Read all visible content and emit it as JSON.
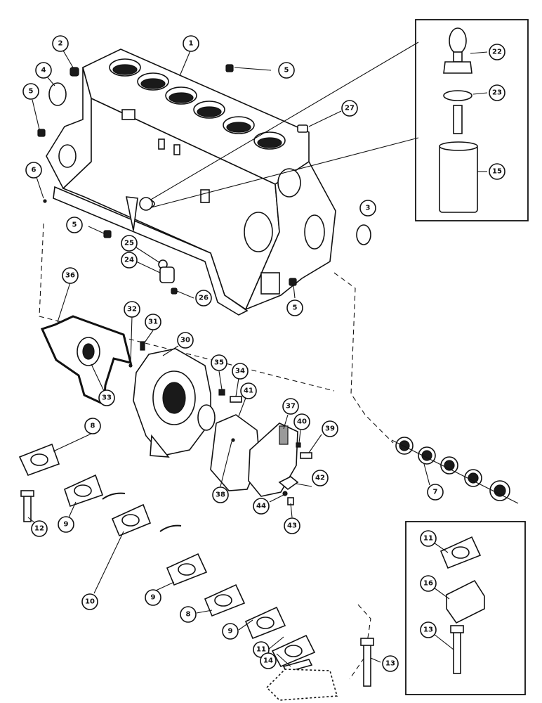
{
  "diagram": {
    "callouts": [
      {
        "id": "c1",
        "label": "1"
      },
      {
        "id": "c2",
        "label": "2"
      },
      {
        "id": "c4",
        "label": "4"
      },
      {
        "id": "c5a",
        "label": "5"
      },
      {
        "id": "c5b",
        "label": "5"
      },
      {
        "id": "c5c",
        "label": "5"
      },
      {
        "id": "c5d",
        "label": "5"
      },
      {
        "id": "c6",
        "label": "6"
      },
      {
        "id": "c27",
        "label": "27"
      },
      {
        "id": "c22",
        "label": "22"
      },
      {
        "id": "c23",
        "label": "23"
      },
      {
        "id": "c15",
        "label": "15"
      },
      {
        "id": "c3",
        "label": "3"
      },
      {
        "id": "c25",
        "label": "25"
      },
      {
        "id": "c24",
        "label": "24"
      },
      {
        "id": "c26",
        "label": "26"
      },
      {
        "id": "c36",
        "label": "36"
      },
      {
        "id": "c32",
        "label": "32"
      },
      {
        "id": "c31",
        "label": "31"
      },
      {
        "id": "c30",
        "label": "30"
      },
      {
        "id": "c33",
        "label": "33"
      },
      {
        "id": "c35",
        "label": "35"
      },
      {
        "id": "c34",
        "label": "34"
      },
      {
        "id": "c41",
        "label": "41"
      },
      {
        "id": "c37",
        "label": "37"
      },
      {
        "id": "c40",
        "label": "40"
      },
      {
        "id": "c39",
        "label": "39"
      },
      {
        "id": "c38",
        "label": "38"
      },
      {
        "id": "c42",
        "label": "42"
      },
      {
        "id": "c44",
        "label": "44"
      },
      {
        "id": "c43",
        "label": "43"
      },
      {
        "id": "c7",
        "label": "7"
      },
      {
        "id": "c8a",
        "label": "8"
      },
      {
        "id": "c12",
        "label": "12"
      },
      {
        "id": "c9a",
        "label": "9"
      },
      {
        "id": "c10",
        "label": "10"
      },
      {
        "id": "c9b",
        "label": "9"
      },
      {
        "id": "c8b",
        "label": "8"
      },
      {
        "id": "c9c",
        "label": "9"
      },
      {
        "id": "c11a",
        "label": "11"
      },
      {
        "id": "c14",
        "label": "14"
      },
      {
        "id": "c13a",
        "label": "13"
      },
      {
        "id": "c11b",
        "label": "11"
      },
      {
        "id": "c16",
        "label": "16"
      },
      {
        "id": "c13b",
        "label": "13"
      }
    ]
  }
}
